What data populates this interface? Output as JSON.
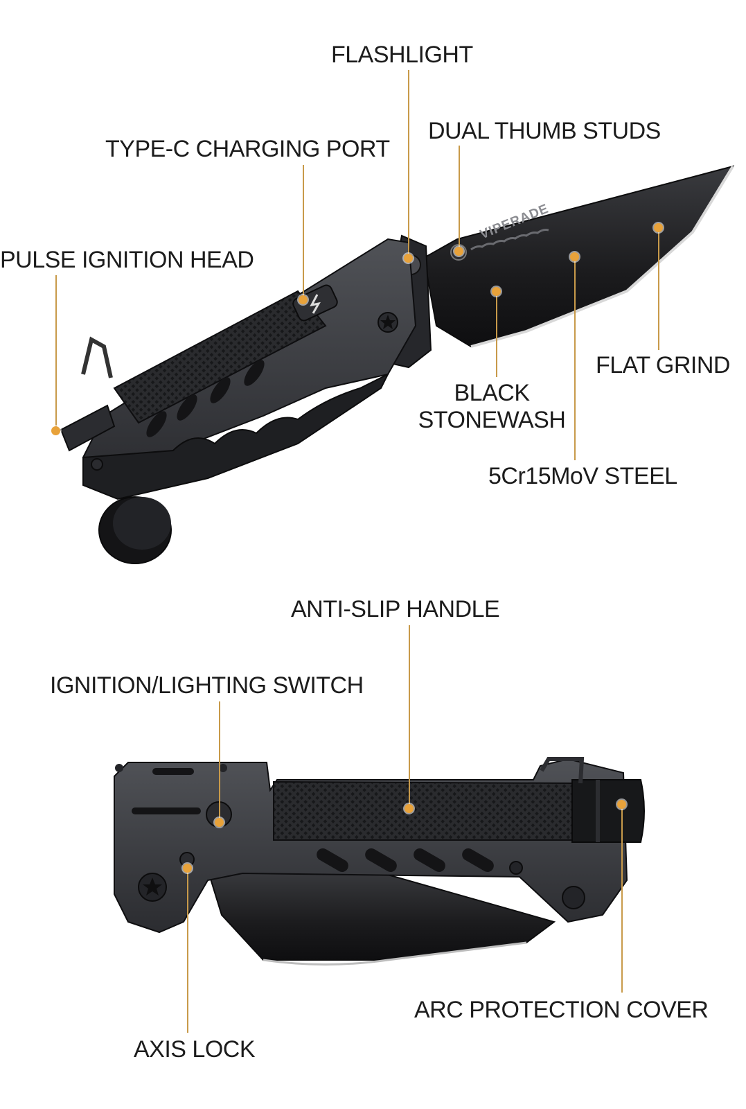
{
  "top_view": {
    "callouts": {
      "flashlight": "FLASHLIGHT",
      "dual_thumb_studs": "DUAL THUMB STUDS",
      "type_c_port": "TYPE-C CHARGING PORT",
      "pulse_ignition_head": "PULSE IGNITION HEAD",
      "flat_grind": "FLAT GRIND",
      "black_stonewash_1": "BLACK",
      "black_stonewash_2": "STONEWASH",
      "steel": "5Cr15MoV STEEL"
    },
    "blade_brand": "VIPERADE"
  },
  "bottom_view": {
    "callouts": {
      "anti_slip_handle": "ANTI-SLIP HANDLE",
      "ignition_switch": "IGNITION/LIGHTING SWITCH",
      "arc_cover": "ARC PROTECTION COVER",
      "axis_lock": "AXIS LOCK"
    }
  },
  "colors": {
    "accent": "#e8a23a",
    "leader": "#c89a4a",
    "knife_dark": "#1b1b1d",
    "knife_mid": "#3a3b3f"
  }
}
